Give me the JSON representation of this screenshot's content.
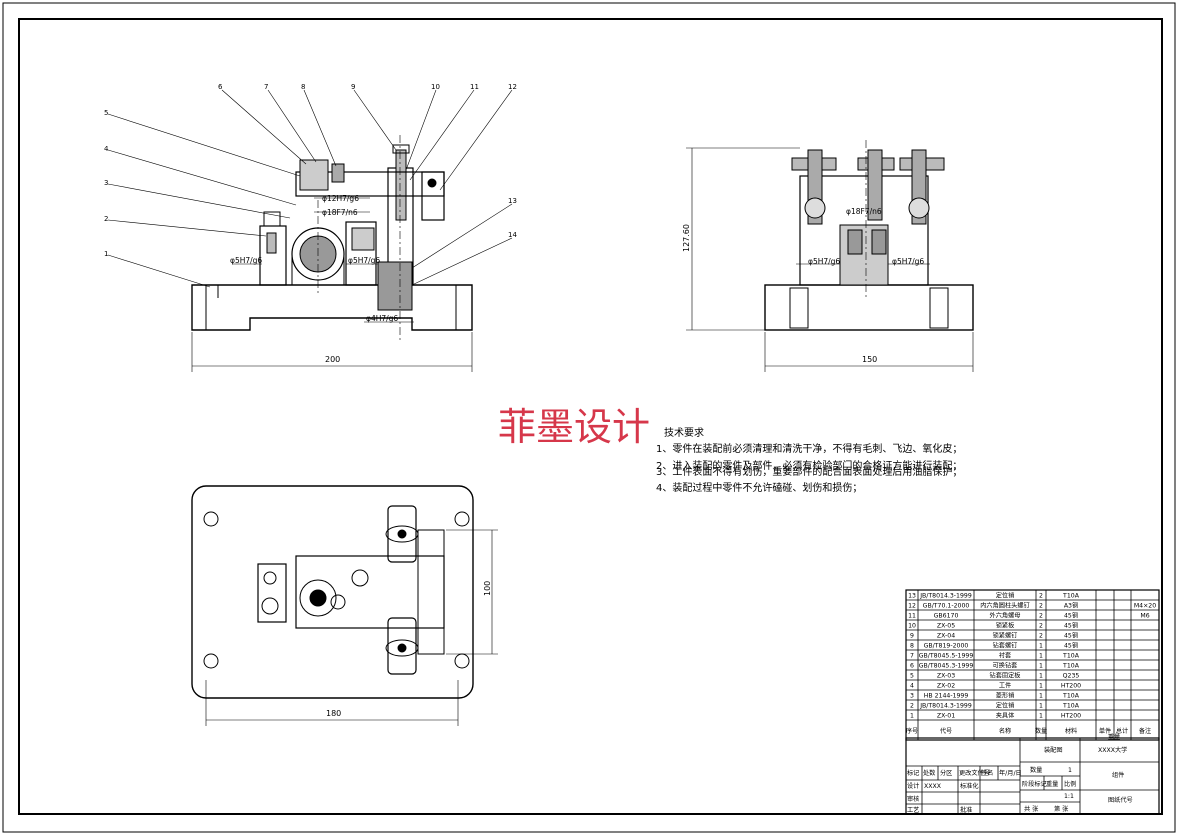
{
  "watermark": "菲墨设计",
  "requirements": {
    "title": "技术要求",
    "items": [
      "1、零件在装配前必须清理和清洗干净，不得有毛刺、飞边、氧化皮；",
      "2、进入装配的零件及部件，必须有检验部门的合格证方能进行装配；",
      "3、工件表面不得有划伤，重要部件的配合面表面处理后用油脂保护；",
      "4、装配过程中零件不允许磕碰、划伤和损伤；"
    ]
  },
  "front_view": {
    "width_dim": "200",
    "balloons": [
      "1",
      "2",
      "3",
      "4",
      "5",
      "6",
      "7",
      "8",
      "9",
      "10",
      "11",
      "12",
      "13",
      "14"
    ],
    "fits": [
      "φ12H7/g6",
      "φ18F7/n6",
      "φ5H7/g6",
      "φ5H7/g6",
      "φ4H7/g6"
    ]
  },
  "side_view": {
    "width_dim": "150",
    "height_dim": "127.60",
    "fits": [
      "φ18F7/n6",
      "φ5H7/g6",
      "φ5H7/g6"
    ]
  },
  "top_view": {
    "width_dim": "180",
    "height_dim": "100"
  },
  "bom": {
    "rows": [
      {
        "no": "13",
        "code": "JB/T8014.3-1999",
        "name": "定位销",
        "qty": "2",
        "material": "T10A",
        "note": ""
      },
      {
        "no": "12",
        "code": "GB/T70.1-2000",
        "name": "内六角圆柱头螺钉",
        "qty": "2",
        "material": "A3钢",
        "note": "M4×20"
      },
      {
        "no": "11",
        "code": "GB6170",
        "name": "外六角螺母",
        "qty": "2",
        "material": "45钢",
        "note": "M6"
      },
      {
        "no": "10",
        "code": "ZX-05",
        "name": "锁紧板",
        "qty": "2",
        "material": "45钢",
        "note": ""
      },
      {
        "no": "9",
        "code": "ZX-04",
        "name": "锁紧螺钉",
        "qty": "2",
        "material": "45钢",
        "note": ""
      },
      {
        "no": "8",
        "code": "GB/T819-2000",
        "name": "钻套螺钉",
        "qty": "1",
        "material": "45钢",
        "note": ""
      },
      {
        "no": "7",
        "code": "GB/T8045.5-1999",
        "name": "衬套",
        "qty": "1",
        "material": "T10A",
        "note": ""
      },
      {
        "no": "6",
        "code": "GB/T8045.3-1999",
        "name": "可换钻套",
        "qty": "1",
        "material": "T10A",
        "note": ""
      },
      {
        "no": "5",
        "code": "ZX-03",
        "name": "钻套固定板",
        "qty": "1",
        "material": "Q235",
        "note": ""
      },
      {
        "no": "4",
        "code": "ZX-02",
        "name": "工件",
        "qty": "1",
        "material": "HT200",
        "note": ""
      },
      {
        "no": "3",
        "code": "HB 2144-1999",
        "name": "菱形销",
        "qty": "1",
        "material": "T10A",
        "note": ""
      },
      {
        "no": "2",
        "code": "JB/T8014.3-1999",
        "name": "定位销",
        "qty": "1",
        "material": "T10A",
        "note": ""
      },
      {
        "no": "1",
        "code": "ZX-01",
        "name": "夹具体",
        "qty": "1",
        "material": "HT200",
        "note": ""
      }
    ],
    "header": {
      "no": "序号",
      "code": "代号",
      "name": "名称",
      "qty": "数量",
      "material": "材料",
      "unit": "单件",
      "total": "总计",
      "weight": "重量",
      "note": "备注"
    }
  },
  "title_block": {
    "drawing_name": "装配图",
    "school": "XXXX大学",
    "qty_label": "数量",
    "qty_value": "1",
    "material_label": "组件",
    "stage_label": "阶段标记",
    "weight_label": "重量",
    "scale_label": "比例",
    "scale_value": "1:1",
    "drawing_no": "图纸代号",
    "sheet": "共  张",
    "sheet2": "第  张",
    "mark": "标记",
    "count": "处数",
    "zone": "分区",
    "change_doc": "更改文件号",
    "sign": "签名",
    "date": "年/月/日",
    "design": "设计",
    "design_name": "XXXX",
    "standard": "标准化",
    "review": "审核",
    "process": "工艺",
    "approve": "批准"
  }
}
